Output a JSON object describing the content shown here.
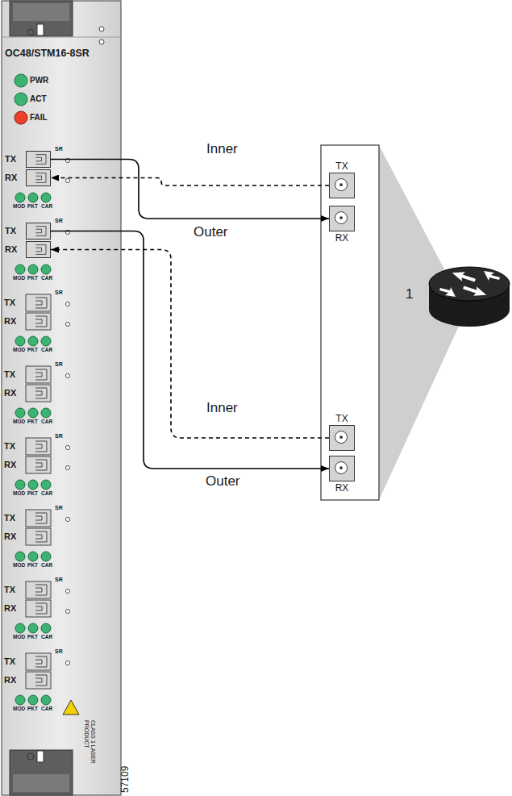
{
  "diagram": {
    "nodes": [
      {
        "text": [
          "TX"
        ]
      },
      {
        "text": [
          "RX"
        ]
      },
      {
        "text": [
          "TX"
        ]
      },
      {
        "text": [
          "RX"
        ]
      },
      {
        "text": [
          "TX"
        ]
      },
      {
        "text": [
          "RX"
        ]
      },
      {
        "text": [
          "TX"
        ]
      },
      {
        "text": [
          "RX"
        ]
      }
    ],
    "edges": [
      {
        "from": 0,
        "to": 5,
        "label": "Outer",
        "arrow": "to"
      },
      {
        "from": 4,
        "to": 1,
        "label": "Inner",
        "arrow": "to"
      },
      {
        "from": 2,
        "to": 7,
        "label": "Outer",
        "arrow": "to"
      },
      {
        "from": 6,
        "to": 3,
        "label": "Inner",
        "arrow": "to"
      }
    ],
    "labels": [
      "OC48/STM16-8SR",
      "PWR",
      "ACT",
      "FAIL",
      "SR",
      "MOD",
      "PKT",
      "CAR",
      "SR",
      "MOD",
      "PKT",
      "CAR",
      "TX",
      "RX",
      "SR",
      "MOD",
      "PKT",
      "CAR",
      "TX",
      "RX",
      "SR",
      "MOD",
      "PKT",
      "CAR",
      "TX",
      "RX",
      "SR",
      "MOD",
      "PKT",
      "CAR",
      "TX",
      "RX",
      "SR",
      "MOD",
      "PKT",
      "CAR",
      "TX",
      "RX",
      "SR",
      "MOD",
      "PKT",
      "CAR",
      "TX",
      "RX",
      "SR",
      "MOD",
      "PKT",
      "CAR",
      "CLASS 1 LASER PRODUCT",
      "1",
      "57109"
    ]
  }
}
